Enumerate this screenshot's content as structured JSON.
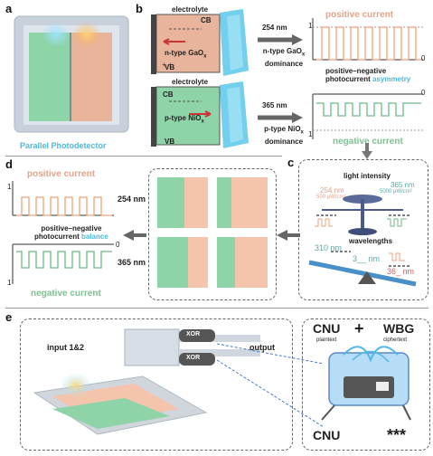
{
  "panels": {
    "a": "a",
    "b": "b",
    "c": "c",
    "d": "d",
    "e": "e"
  },
  "panel_a": {
    "caption": "Parallel Photodetector"
  },
  "panel_b": {
    "top": {
      "electrolyte": "electrolyte",
      "cb": "CB",
      "vb": "VB",
      "material": "n-type GaO",
      "material_sub": "x",
      "wavelength": "254 nm",
      "dominance_line1": "n-type GaO",
      "dominance_sub": "x",
      "dominance_line2": "dominance",
      "signal_label": "positive current",
      "axis_one": "1",
      "axis_zero": "0"
    },
    "middle_text": {
      "part1": "positive–negative",
      "part2": "photocurrent ",
      "highlight": "asymmetry"
    },
    "bottom": {
      "electrolyte": "electrolyte",
      "cb": "CB",
      "vb": "VB",
      "material": "p-type NiO",
      "material_sub": "x",
      "wavelength": "365 nm",
      "dominance_line1": "p-type NiO",
      "dominance_sub": "x",
      "dominance_line2": "dominance",
      "signal_label": "negative current",
      "axis_one": "1",
      "axis_zero": "0"
    }
  },
  "panel_c": {
    "light_intensity": "light intensity",
    "wl_left": "254 nm",
    "int_left": "500 μW/cm²",
    "wl_right": "365 nm",
    "int_right": "5000 μW/cm²",
    "wavelengths": "wavelengths",
    "wl_310": "310 nm",
    "wl_mid": "3__ nm",
    "wl_other": "36_ nm"
  },
  "panel_d": {
    "top_label": "positive current",
    "top_wavelength": "254 nm",
    "mid_part1": "positive–negative",
    "mid_part2": "photocurrent ",
    "mid_highlight": "balance",
    "bottom_wavelength": "365 nm",
    "bottom_label": "negative current",
    "axis_one": "1",
    "axis_zero": "0"
  },
  "panel_e": {
    "input": "input 1&2",
    "output": "output",
    "gate_top": "XOR",
    "gate_bottom": "XOR",
    "cnu": "CNU",
    "cnu_sub": "plaintext",
    "plus": "+",
    "wbg": "WBG",
    "wbg_sub": "ciphertext",
    "out_left": "CNU",
    "out_right": "***"
  },
  "colors": {
    "green": "#8fd3a8",
    "peach": "#f5c4ac",
    "blue": "#4fb8d8",
    "pos_line": "#f0a07a",
    "neg_line": "#6fba86"
  }
}
